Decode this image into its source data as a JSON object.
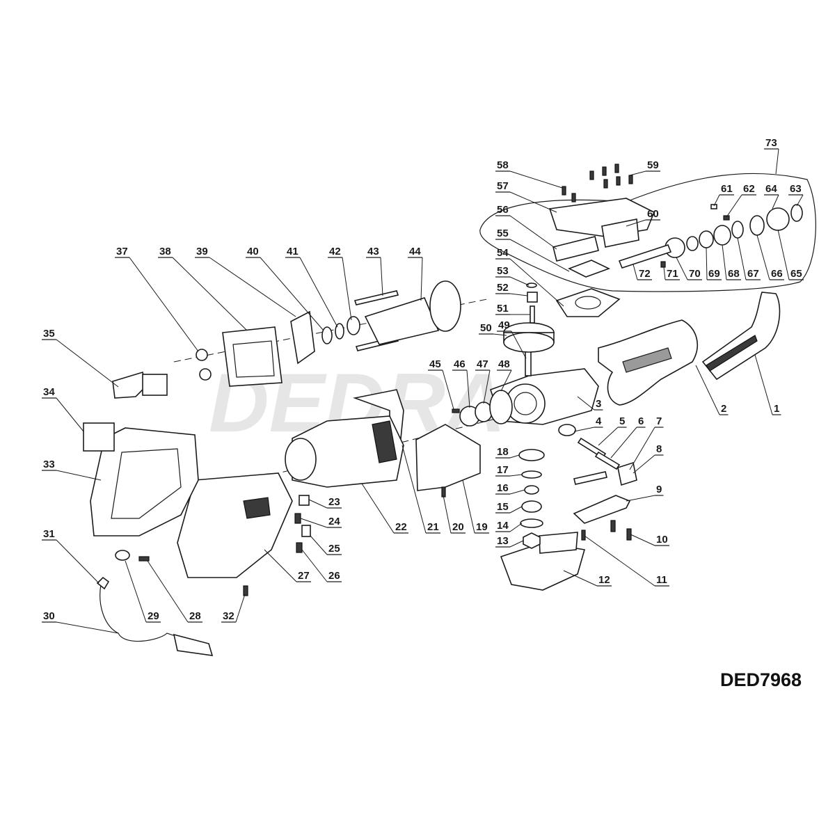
{
  "watermark": "DEDRA",
  "model": "DED7968",
  "callouts": [
    "1",
    "2",
    "3",
    "4",
    "5",
    "6",
    "7",
    "8",
    "9",
    "10",
    "11",
    "12",
    "13",
    "14",
    "15",
    "16",
    "17",
    "18",
    "19",
    "20",
    "21",
    "22",
    "23",
    "24",
    "25",
    "26",
    "27",
    "28",
    "29",
    "30",
    "31",
    "32",
    "33",
    "34",
    "35",
    "37",
    "38",
    "39",
    "40",
    "41",
    "42",
    "43",
    "44",
    "45",
    "46",
    "47",
    "48",
    "49",
    "50",
    "51",
    "52",
    "53",
    "54",
    "55",
    "56",
    "57",
    "58",
    "59",
    "60",
    "61",
    "62",
    "63",
    "64",
    "65",
    "66",
    "67",
    "68",
    "69",
    "70",
    "71",
    "72",
    "73"
  ]
}
